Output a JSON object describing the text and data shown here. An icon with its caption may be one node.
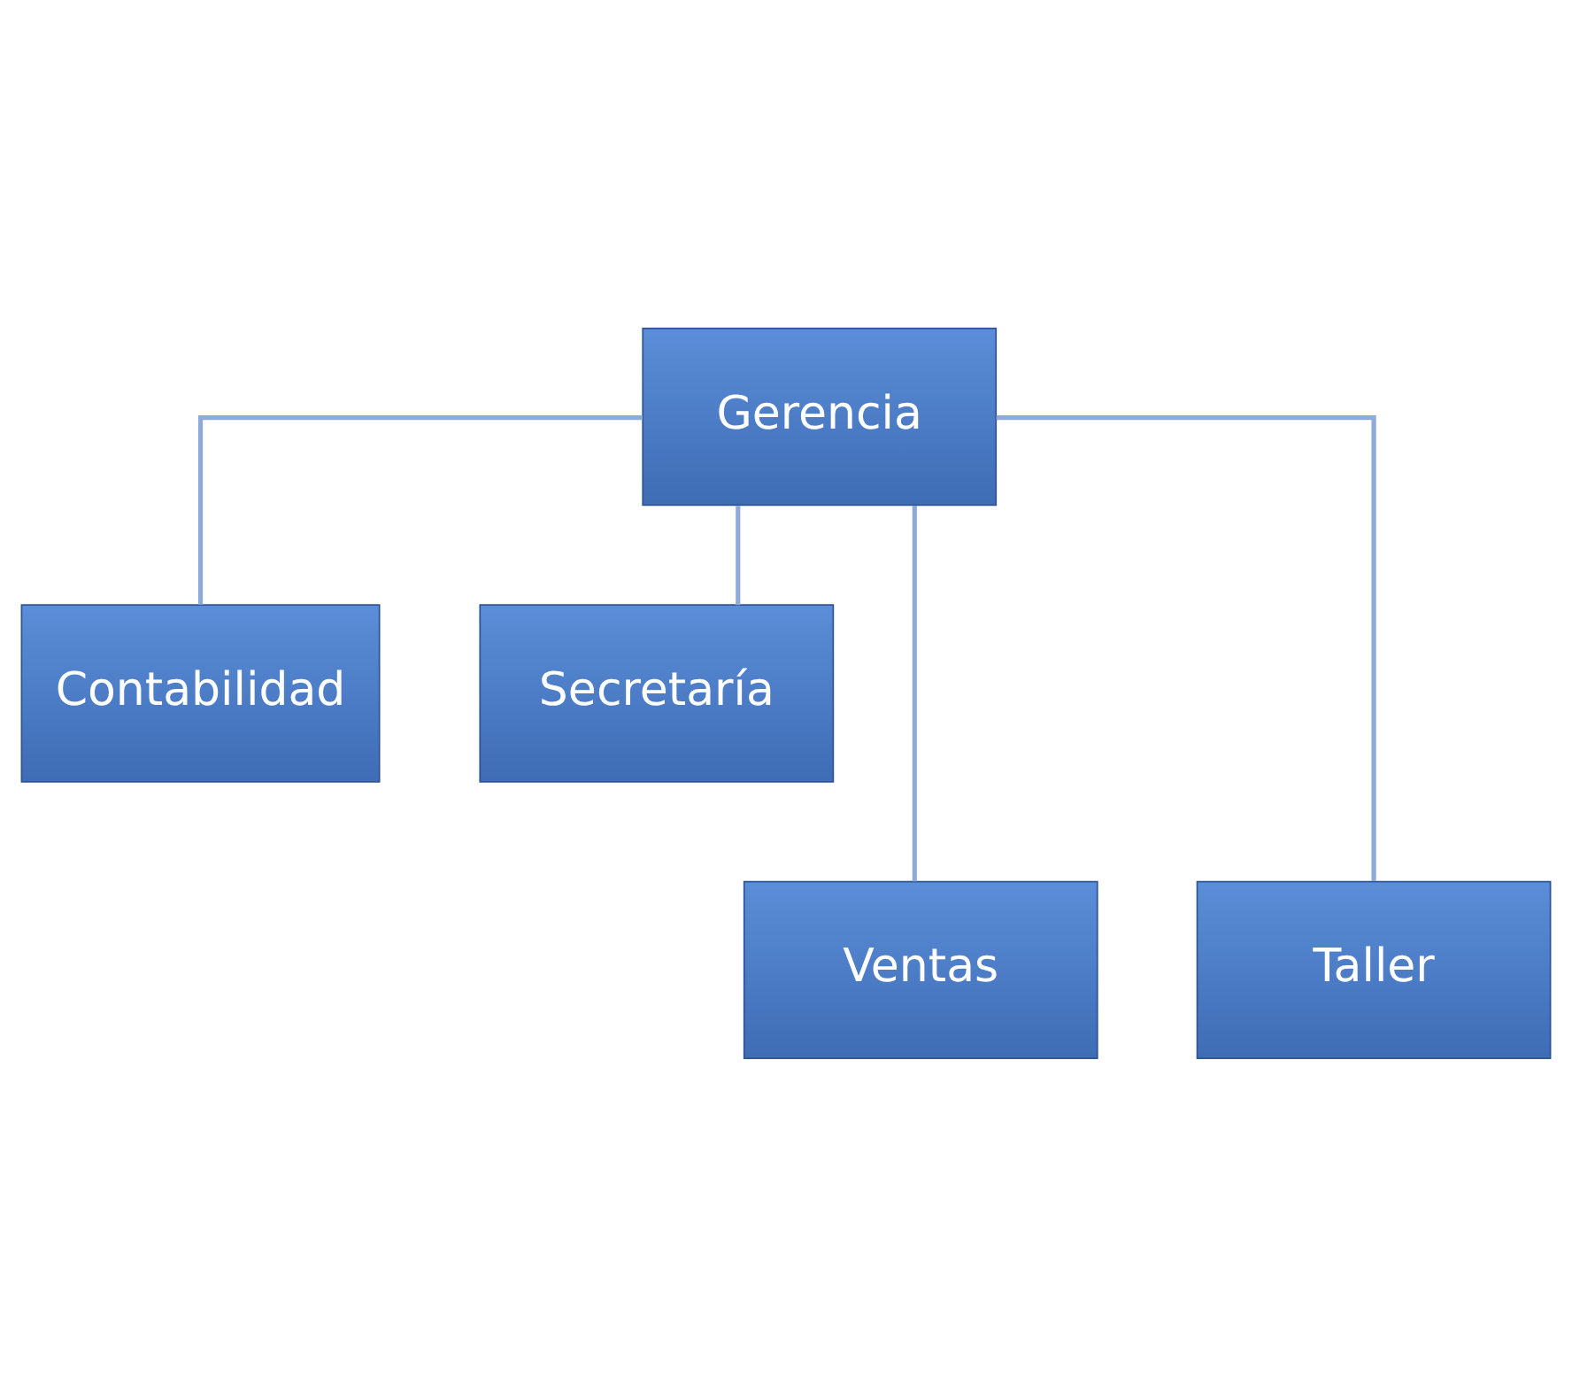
{
  "diagram": {
    "nodes": [
      {
        "text": [
          "Gerencia"
        ]
      },
      {
        "text": [
          "Contabilidad"
        ]
      },
      {
        "text": [
          "Secretaría"
        ]
      },
      {
        "text": [
          "Ventas"
        ]
      },
      {
        "text": [
          "Taller"
        ]
      }
    ],
    "edges": [
      {
        "from": 0,
        "to": 1,
        "arrow": "none"
      },
      {
        "from": 0,
        "to": 2,
        "arrow": "none"
      },
      {
        "from": 0,
        "to": 3,
        "arrow": "none"
      },
      {
        "from": 0,
        "to": 4,
        "arrow": "none"
      }
    ]
  }
}
